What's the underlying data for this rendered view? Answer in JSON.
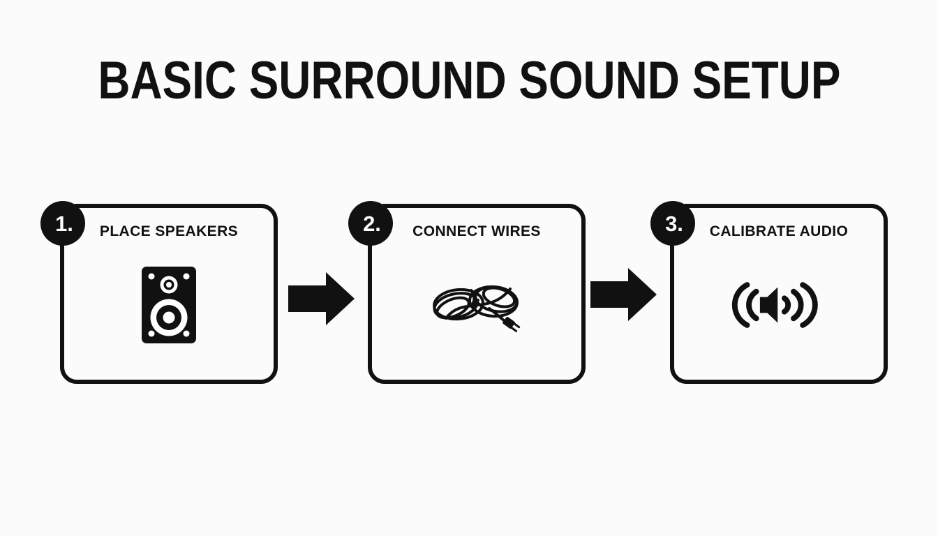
{
  "title": "BASIC SURROUND SOUND SETUP",
  "colors": {
    "ink": "#111111",
    "background": "#fbfbfb",
    "badge_text": "#ffffff"
  },
  "steps": [
    {
      "number": "1.",
      "label": "PLACE SPEAKERS",
      "icon": "speaker-icon"
    },
    {
      "number": "2.",
      "label": "CONNECT WIRES",
      "icon": "tangled-wire-icon"
    },
    {
      "number": "3.",
      "label": "CALIBRATE AUDIO",
      "icon": "audio-calibration-icon"
    }
  ],
  "arrows": [
    {
      "icon": "right-arrow-icon"
    },
    {
      "icon": "right-arrow-icon"
    }
  ]
}
